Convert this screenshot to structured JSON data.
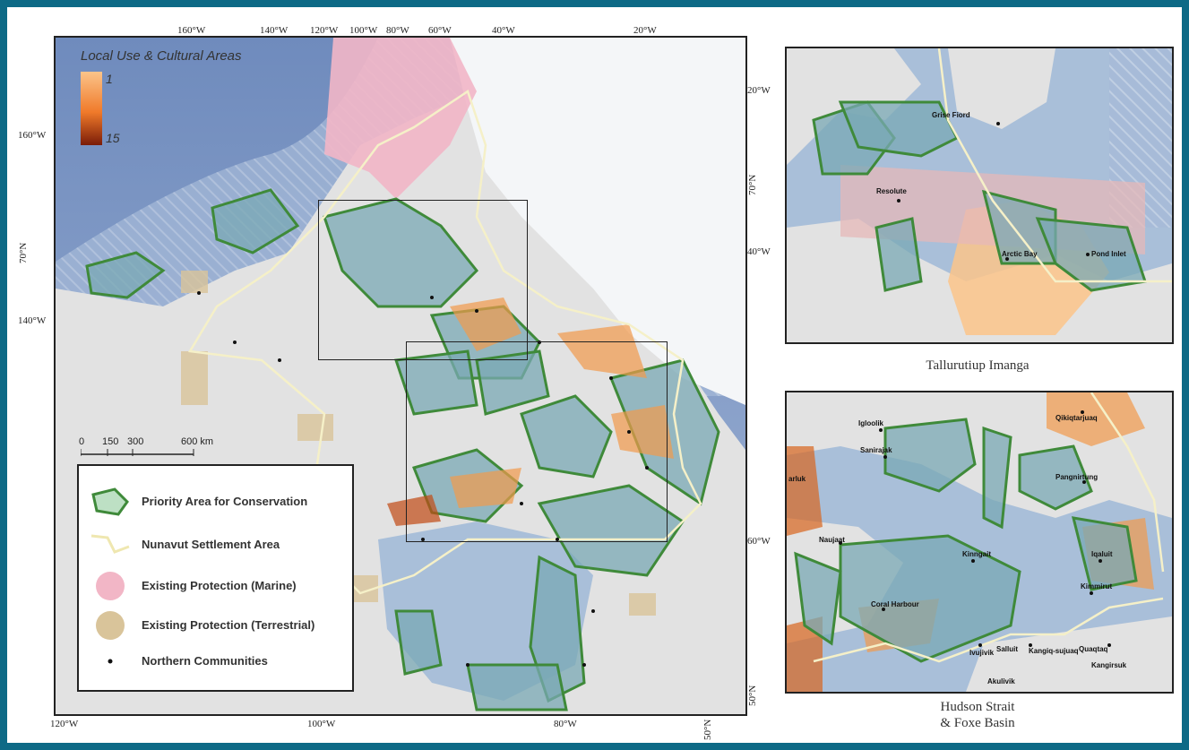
{
  "ramp": {
    "title": "Local Use & Cultural Areas",
    "min": "1",
    "max": "15"
  },
  "legend": {
    "items": [
      {
        "label": "Priority Area for Conservation",
        "icon": "priority-area-icon"
      },
      {
        "label": "Nunavut Settlement Area",
        "icon": "settlement-line-icon"
      },
      {
        "label": "Existing Protection (Marine)",
        "icon": "marine-protection-icon"
      },
      {
        "label": "Existing Protection (Terrestrial)",
        "icon": "terrestrial-protection-icon"
      },
      {
        "label": "Northern Communities",
        "icon": "community-dot-icon"
      }
    ]
  },
  "scalebar": {
    "labels": [
      "0",
      "150",
      "300",
      "600 km"
    ]
  },
  "ticks": {
    "top": [
      "160°W",
      "140°W",
      "120°W",
      "100°W",
      "80°W",
      "60°W",
      "40°W",
      "20°W"
    ],
    "bottom": [
      "120°W",
      "100°W",
      "80°W"
    ],
    "left": [
      "160°W",
      "70°N",
      "140°W"
    ],
    "right": [
      "20°W",
      "70°N",
      "40°W",
      "60°W",
      "50°N"
    ],
    "bottom_vertical": "50°N"
  },
  "insets": {
    "tallurutiup": {
      "caption": "Tallurutiup Imanga",
      "places": [
        "Grise Fiord",
        "Resolute",
        "Arctic Bay",
        "Pond Inlet"
      ]
    },
    "hudson": {
      "caption_line1": "Hudson Strait",
      "caption_line2": "& Foxe Basin",
      "places": [
        "Igloolik",
        "Sanirajak",
        "Qikiqtarjuaq",
        "Pangnirtung",
        "Naujaat",
        "Kinngait",
        "Iqaluit",
        "Kimmirut",
        "Coral Harbour",
        "Ivujivik",
        "Salluit",
        "Kangiq-sujuaq",
        "Quaqtaq",
        "Kangirsuk",
        "Akulivik",
        "arluk"
      ]
    }
  },
  "colors": {
    "water": "#a9bfd9",
    "sea_deep": "#7d96c0",
    "land": "#e6e6e6",
    "greenland": "#f4f6f8",
    "priority_fill": "#7aa8b4",
    "priority_edge": "#3f8a3a",
    "marine": "#f2b6c6",
    "terrestrial": "#d9c49a",
    "cultural_light": "#fbc48a",
    "cultural_dark": "#c24a14",
    "settlement": "#f5f0c8"
  }
}
